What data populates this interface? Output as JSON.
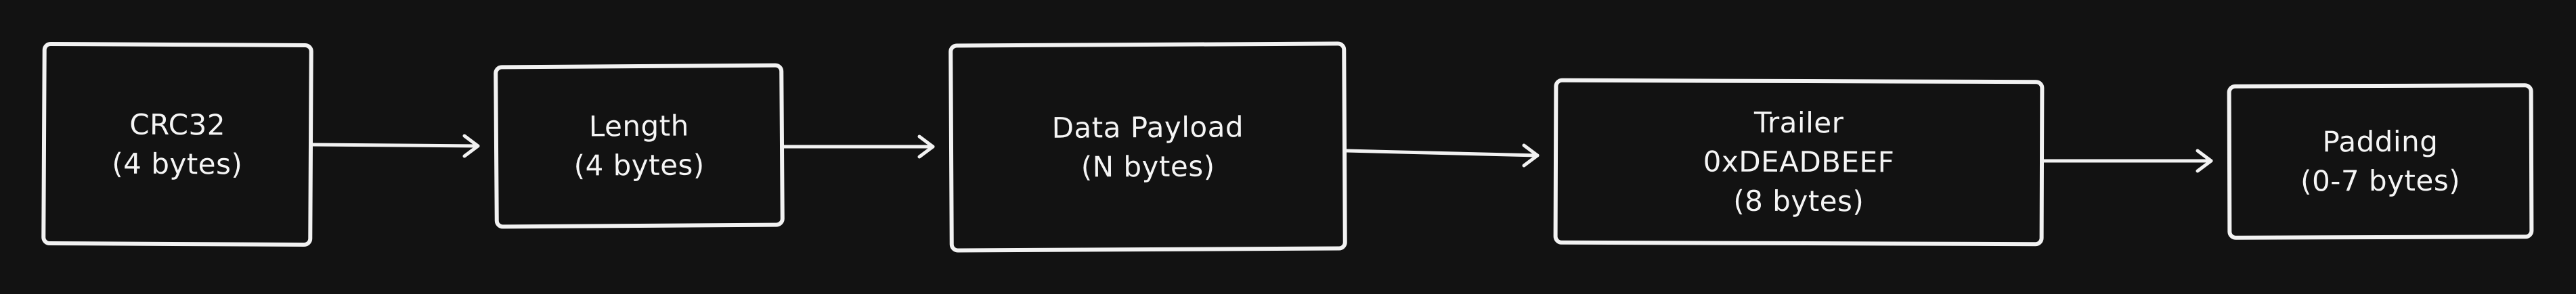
{
  "diagram": {
    "nodes": [
      {
        "id": "crc32",
        "lines": [
          "CRC32",
          "(4 bytes)"
        ]
      },
      {
        "id": "length",
        "lines": [
          "Length",
          "(4 bytes)"
        ]
      },
      {
        "id": "data-payload",
        "lines": [
          "Data Payload",
          "(N bytes)"
        ]
      },
      {
        "id": "trailer",
        "lines": [
          "Trailer",
          "0xDEADBEEF",
          "(8 bytes)"
        ]
      },
      {
        "id": "padding",
        "lines": [
          "Padding",
          "(0-7 bytes)"
        ]
      }
    ],
    "edges": [
      {
        "from": "crc32",
        "to": "length"
      },
      {
        "from": "length",
        "to": "data-payload"
      },
      {
        "from": "data-payload",
        "to": "trailer"
      },
      {
        "from": "trailer",
        "to": "padding"
      }
    ],
    "colors": {
      "background": "#121212",
      "stroke": "#f2f2f2",
      "text": "#f5f5f5"
    }
  }
}
